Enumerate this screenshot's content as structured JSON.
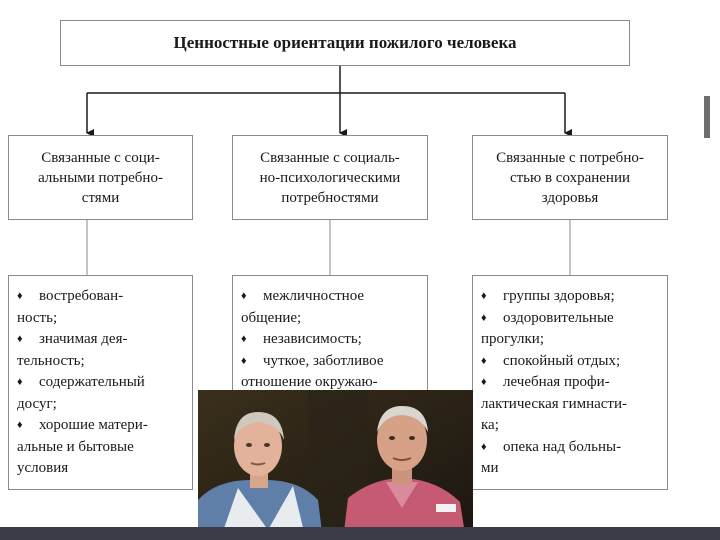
{
  "title": "Ценностные ориентации пожилого человека",
  "categories": [
    {
      "lines": [
        "Связанные с соци-",
        "альными потребно-",
        "стями"
      ]
    },
    {
      "lines": [
        "Связанные с социаль-",
        "но-психологическими",
        "потребностями"
      ]
    },
    {
      "lines": [
        "Связанные с потребно-",
        "стью в сохранении",
        "здоровья"
      ]
    }
  ],
  "lists": [
    {
      "lines": [
        {
          "bullet": true,
          "text": "востребован-"
        },
        {
          "bullet": false,
          "text": "ность;"
        },
        {
          "bullet": true,
          "text": "значимая дея-"
        },
        {
          "bullet": false,
          "text": "тельность;"
        },
        {
          "bullet": true,
          "text": "содержательный"
        },
        {
          "bullet": false,
          "text": "досуг;"
        },
        {
          "bullet": true,
          "text": "хорошие матери-"
        },
        {
          "bullet": false,
          "text": "альные и бытовые"
        },
        {
          "bullet": false,
          "text": "условия"
        }
      ]
    },
    {
      "lines": [
        {
          "bullet": true,
          "text": "межличностное"
        },
        {
          "bullet": false,
          "text": "общение;"
        },
        {
          "bullet": true,
          "text": "независимость;"
        },
        {
          "bullet": true,
          "text": "чуткое, заботливое"
        },
        {
          "bullet": false,
          "text": "отношение окружаю-"
        }
      ]
    },
    {
      "lines": [
        {
          "bullet": true,
          "text": "группы здоровья;"
        },
        {
          "bullet": true,
          "text": "оздоровительные"
        },
        {
          "bullet": false,
          "text": "прогулки;"
        },
        {
          "bullet": true,
          "text": "спокойный отдых;"
        },
        {
          "bullet": true,
          "text": "лечебная профи-"
        },
        {
          "bullet": false,
          "text": "лактическая гимнасти-"
        },
        {
          "bullet": false,
          "text": "ка;"
        },
        {
          "bullet": true,
          "text": "опека над больны-"
        },
        {
          "bullet": false,
          "text": "ми"
        }
      ]
    }
  ],
  "bullet_glyph": "♦",
  "colors": {
    "border": "#8a8a8a",
    "arrow": "#1a1a1a",
    "strip": "#3c3c46"
  }
}
